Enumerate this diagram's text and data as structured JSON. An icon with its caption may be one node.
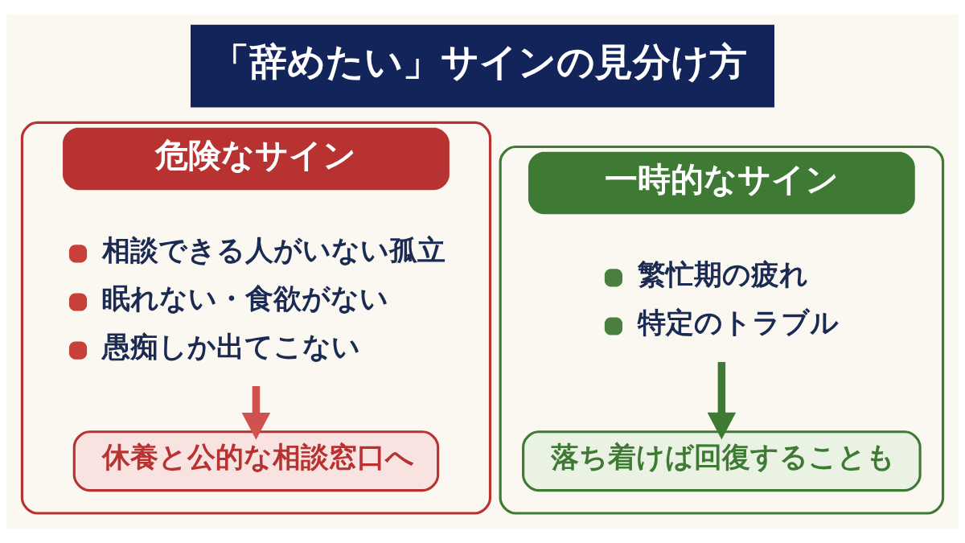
{
  "diagram": {
    "title": "「辞めたい」サインの見分け方",
    "nodes": [
      {
        "text": [
          "危険なサイン"
        ]
      },
      {
        "text": [
          "相談できる人がいない孤立",
          "眠れない・食欲がない",
          "愚痴しか出てこない"
        ],
        "in": 0
      },
      {
        "text": [
          "休養と公的な相談窓口へ"
        ],
        "in": 0
      },
      {
        "text": [
          "一時的なサイン"
        ]
      },
      {
        "text": [
          "繁忙期の疲れ",
          "特定のトラブル"
        ],
        "in": 3
      },
      {
        "text": [
          "落ち着けば回復することも"
        ],
        "in": 3
      }
    ],
    "edges": [
      {
        "from": 1,
        "to": 2,
        "arrow": "to",
        "color": "#d0524f"
      },
      {
        "from": 4,
        "to": 5,
        "arrow": "to",
        "color": "#3f7a35"
      }
    ]
  }
}
